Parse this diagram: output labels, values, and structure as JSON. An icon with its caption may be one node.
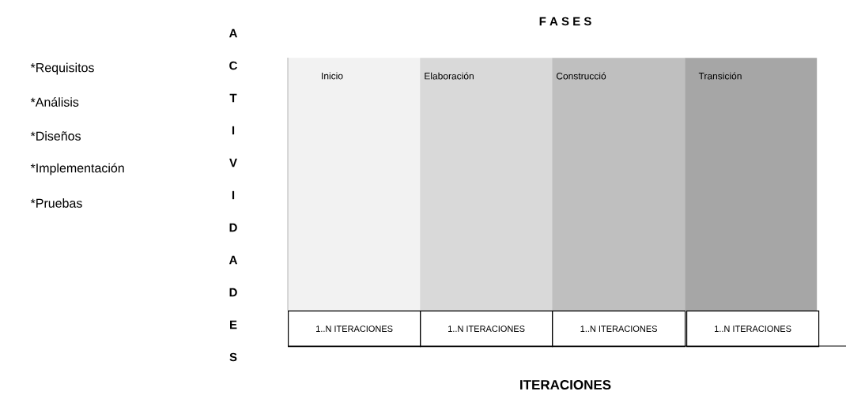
{
  "diagram": {
    "title": "F A S E S",
    "nodes": [
      {
        "text": [
          "Inicio"
        ]
      },
      {
        "text": [
          "Elaboración"
        ]
      },
      {
        "text": [
          "Construcció"
        ]
      },
      {
        "text": [
          "Transición"
        ]
      },
      {
        "text": [
          "1..N ITERACIONES"
        ]
      },
      {
        "text": [
          "1..N ITERACIONES"
        ]
      },
      {
        "text": [
          "1..N ITERACIONES"
        ]
      },
      {
        "text": [
          "1..N ITERACIONES"
        ]
      }
    ],
    "labels": [
      "*Requisitos",
      "*Análisis",
      "*Diseños",
      "*Implementación",
      "*Pruebas",
      "A",
      "C",
      "T",
      "I",
      "V",
      "I",
      "D",
      "A",
      "D",
      "E",
      "S",
      "ITERACIONES"
    ]
  }
}
